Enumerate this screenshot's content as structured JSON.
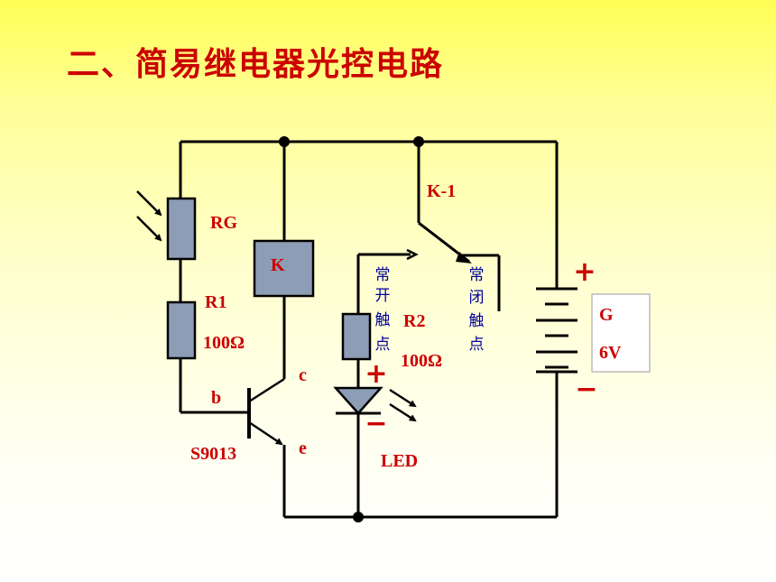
{
  "title": "二、简易继电器光控电路",
  "labels": {
    "rg": "RG",
    "r1": "R1",
    "r1_value": "100Ω",
    "k": "K",
    "k1": "K-1",
    "r2": "R2",
    "r2_value": "100Ω",
    "transistor": "S9013",
    "base": "b",
    "collector": "c",
    "emitter": "e",
    "led": "LED",
    "battery": "G",
    "battery_voltage": "6V",
    "plus": "+",
    "minus": "−"
  },
  "contacts": {
    "normally_open": [
      "常",
      "开",
      "触",
      "点"
    ],
    "normally_closed": [
      "常",
      "闭",
      "触",
      "点"
    ]
  },
  "colors": {
    "label": "#cc0000",
    "contact_text": "#000099",
    "component_fill": "#8d9db5",
    "wire": "#000000"
  }
}
